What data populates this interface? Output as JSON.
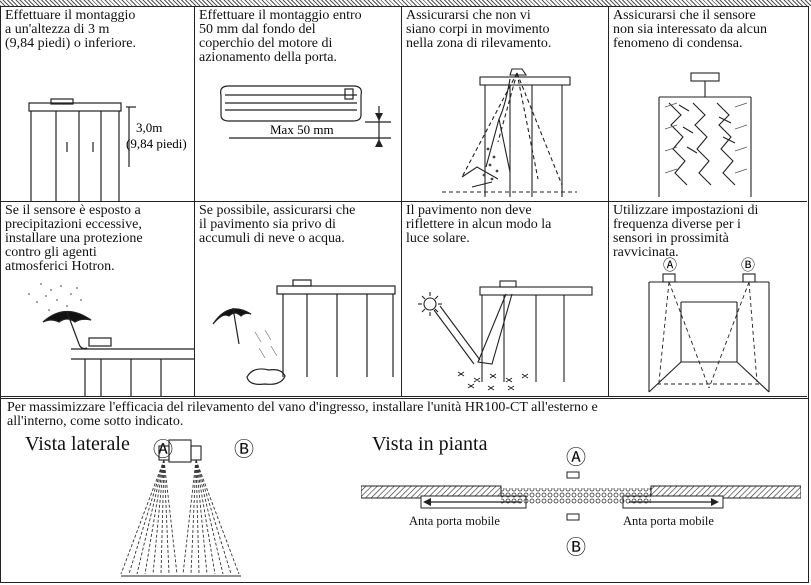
{
  "cells": [
    {
      "text": "Effettuare il montaggio\na un'altezza di 3 m\n(9,84 piedi) o inferiore.",
      "dim1": "3,0m",
      "dim2": "(9,84 piedi)"
    },
    {
      "text": "Effettuare il montaggio entro\n50 mm dal fondo del\ncoperchio del motore di\nazionamento della porta.",
      "dim": "Max 50 mm"
    },
    {
      "text": "Assicurarsi che non vi\nsiano corpi in movimento\nnella zona di rilevamento."
    },
    {
      "text": "Assicurarsi che il sensore\nnon sia interessato da alcun\nfenomeno di condensa."
    },
    {
      "text": "Se il sensore è esposto a\nprecipitazioni eccessive,\ninstallare una protezione\ncontro gli agenti\natmosferici Hotron."
    },
    {
      "text": "Se possibile, assicurarsi che\nil pavimento sia privo di\naccumuli di neve o acqua."
    },
    {
      "text": "Il pavimento non deve\nriflettere in alcun modo la\nluce solare."
    },
    {
      "text": "Utilizzare impostazioni di\nfrequenza diverse per i\nsensori in prossimità\nravvicinata.",
      "badge_a": "Ⓐ",
      "badge_b": "Ⓑ"
    }
  ],
  "bottom": {
    "intro": "Per massimizzare l'efficacia del rilevamento del vano d'ingresso, installare l'unità HR100-CT all'esterno e\nall'interno, come sotto indicato.",
    "side_label": "Vista laterale",
    "plan_label": "Vista in pianta",
    "badge_a": "Ⓐ",
    "badge_b": "Ⓑ",
    "door_left": "Anta porta mobile",
    "door_right": "Anta porta mobile"
  }
}
